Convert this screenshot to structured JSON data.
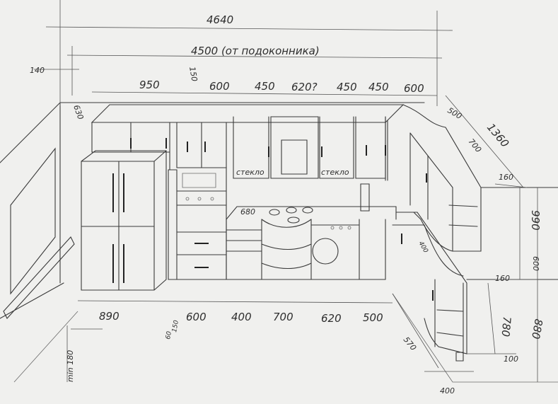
{
  "title": "Kitchen sketch with dimensions",
  "top_dims": {
    "overall": "4640",
    "to_sill": "4500 (от подоконника)",
    "offset_left": "140",
    "upper_height": "630",
    "segments": [
      "950",
      "150",
      "600",
      "450",
      "620?",
      "450",
      "450",
      "600"
    ]
  },
  "right_dims": {
    "depth_upper": "500",
    "length_upper": "1360",
    "inner_upper": "700",
    "shelf_upper": "160",
    "height_gap": "990",
    "height_mid": "600",
    "shelf_lower": "160",
    "base_height": "780",
    "total_base": "880",
    "plinth": "100",
    "depth_lower": "400",
    "counter_depth": "400",
    "side_length": "570"
  },
  "bottom_dims": {
    "segments": [
      "890",
      "60",
      "150",
      "600",
      "400",
      "700",
      "620",
      "500"
    ],
    "window_min": "min 180"
  },
  "labels": {
    "glass_left": "стекло",
    "glass_right": "стекло",
    "hob_note": "680"
  }
}
